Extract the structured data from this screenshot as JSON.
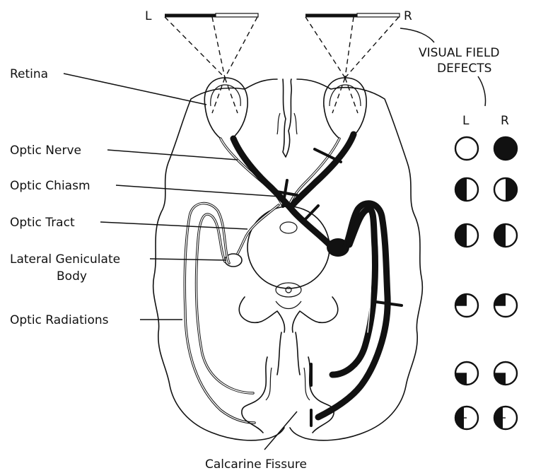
{
  "eye_labels": {
    "left": "L",
    "right": "R"
  },
  "structures": [
    {
      "id": "retina",
      "label": "Retina"
    },
    {
      "id": "optic-nerve",
      "label": "Optic Nerve"
    },
    {
      "id": "optic-chiasm",
      "label": "Optic Chiasm"
    },
    {
      "id": "optic-tract",
      "label": "Optic Tract"
    },
    {
      "id": "lgb",
      "label_line1": "Lateral Geniculate",
      "label_line2": "Body"
    },
    {
      "id": "optic-radiations",
      "label": "Optic Radiations"
    },
    {
      "id": "calcarine-fissure",
      "label": "Calcarine Fissure"
    }
  ],
  "legend": {
    "title_line1": "VISUAL FIELD",
    "title_line2": "DEFECTS",
    "col_left": "L",
    "col_right": "R",
    "rows": [
      {
        "left": "none",
        "right": "full"
      },
      {
        "left": "left-half",
        "right": "right-half"
      },
      {
        "left": "left-half",
        "right": "left-half"
      },
      {
        "left": "upper-left-quadrant",
        "right": "upper-left-quadrant"
      },
      {
        "left": "lower-left-quadrant",
        "right": "lower-left-quadrant"
      },
      {
        "left": "left-half-macular-sparing",
        "right": "left-half-macular-sparing"
      }
    ]
  }
}
